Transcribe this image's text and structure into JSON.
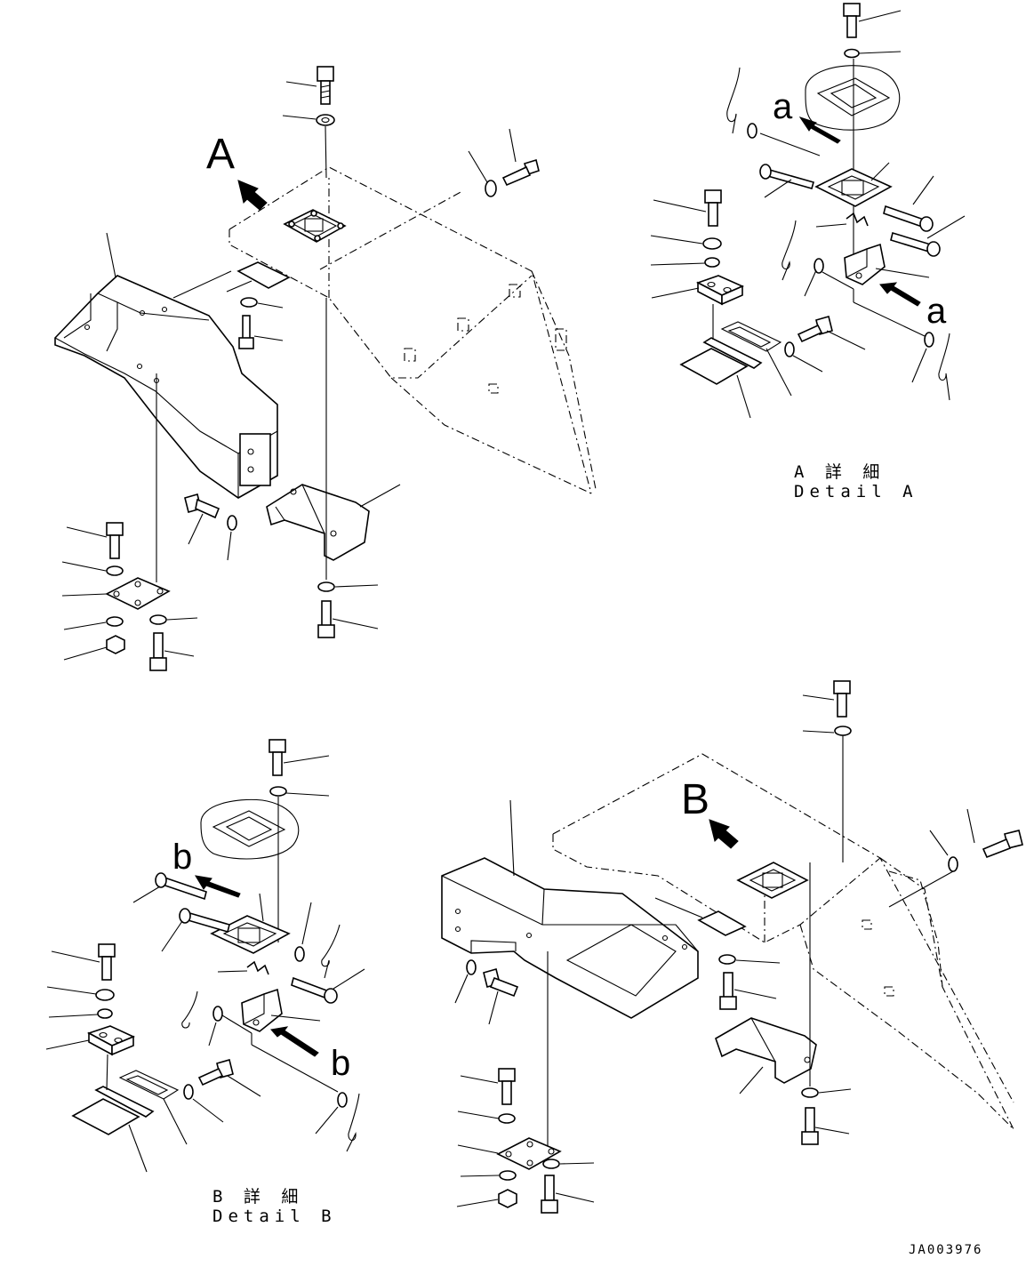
{
  "view_labels": {
    "a": "A",
    "b": "B"
  },
  "ref_labels": {
    "a": "a",
    "b": "b"
  },
  "detail_a": {
    "line1": "A 詳 細",
    "line2": "Detail A"
  },
  "detail_b": {
    "line1": "B 詳 細",
    "line2": "Detail B"
  },
  "drawing_code": "JA003976"
}
